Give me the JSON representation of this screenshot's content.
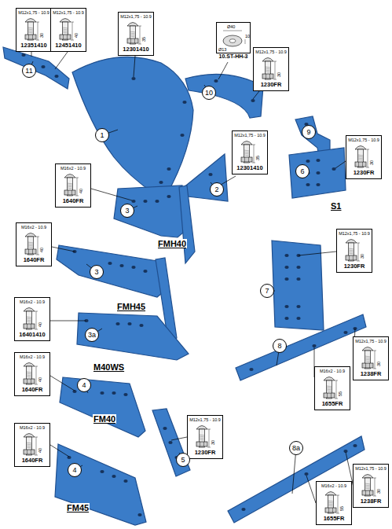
{
  "diagram": {
    "nodes": [
      {
        "text": [
          "M12x1,75 - 10.9",
          "30",
          "12351410"
        ]
      },
      {
        "text": [
          "M12x1,75 - 10.9",
          "40",
          "12451410"
        ]
      },
      {
        "text": [
          "M12x1,75 - 10.9",
          "35",
          "12301410"
        ]
      },
      {
        "text": [
          "Ø40",
          "Ø13",
          "10",
          "10.ST-HH-3"
        ]
      },
      {
        "text": [
          "M12x1,75 - 10.9",
          "30",
          "1230FR"
        ]
      },
      {
        "text": [
          "11"
        ]
      },
      {
        "text": [
          "10"
        ]
      },
      {
        "text": [
          "1"
        ]
      },
      {
        "text": [
          "9"
        ]
      },
      {
        "text": [
          "M12x1,75 - 10.9",
          "35",
          "12301410"
        ]
      },
      {
        "text": [
          "6"
        ]
      },
      {
        "text": [
          "M12x1,75 - 10.9",
          "30",
          "1230FR"
        ]
      },
      {
        "text": [
          "M16x2 - 10.9",
          "40",
          "1640FR"
        ]
      },
      {
        "text": [
          "2"
        ]
      },
      {
        "text": [
          "3"
        ]
      },
      {
        "text": [
          "M16x2 - 10.9",
          "40",
          "1640FR"
        ]
      },
      {
        "text": [
          "M12x1,75 - 10.9",
          "30",
          "1230FR"
        ]
      },
      {
        "text": [
          "3"
        ]
      },
      {
        "text": [
          "7"
        ]
      },
      {
        "text": [
          "M16x2 - 10.9",
          "40",
          "16401410"
        ]
      },
      {
        "text": [
          "3a"
        ]
      },
      {
        "text": [
          "M12x1,75 - 10.9",
          "30",
          "1238FR"
        ]
      },
      {
        "text": [
          "8"
        ]
      },
      {
        "text": [
          "M16x2 - 10.9",
          "40",
          "1640FR"
        ]
      },
      {
        "text": [
          "M16x2 - 10.9",
          "55",
          "1655FR"
        ]
      },
      {
        "text": [
          "4"
        ]
      },
      {
        "text": [
          "M12x1,75 - 10.9",
          "30",
          "1230FR"
        ]
      },
      {
        "text": [
          "M16x2 - 10.9",
          "40",
          "1640FR"
        ]
      },
      {
        "text": [
          "8a"
        ]
      },
      {
        "text": [
          "5"
        ]
      },
      {
        "text": [
          "4"
        ]
      },
      {
        "text": [
          "M12x1,75 - 10.9",
          "30",
          "1238FR"
        ]
      },
      {
        "text": [
          "M16x2 - 10.9",
          "55",
          "1655FR"
        ]
      }
    ],
    "labels": [
      "FMH40",
      "FMH45",
      "M40WS",
      "FM40",
      "FM45",
      "S1"
    ]
  }
}
